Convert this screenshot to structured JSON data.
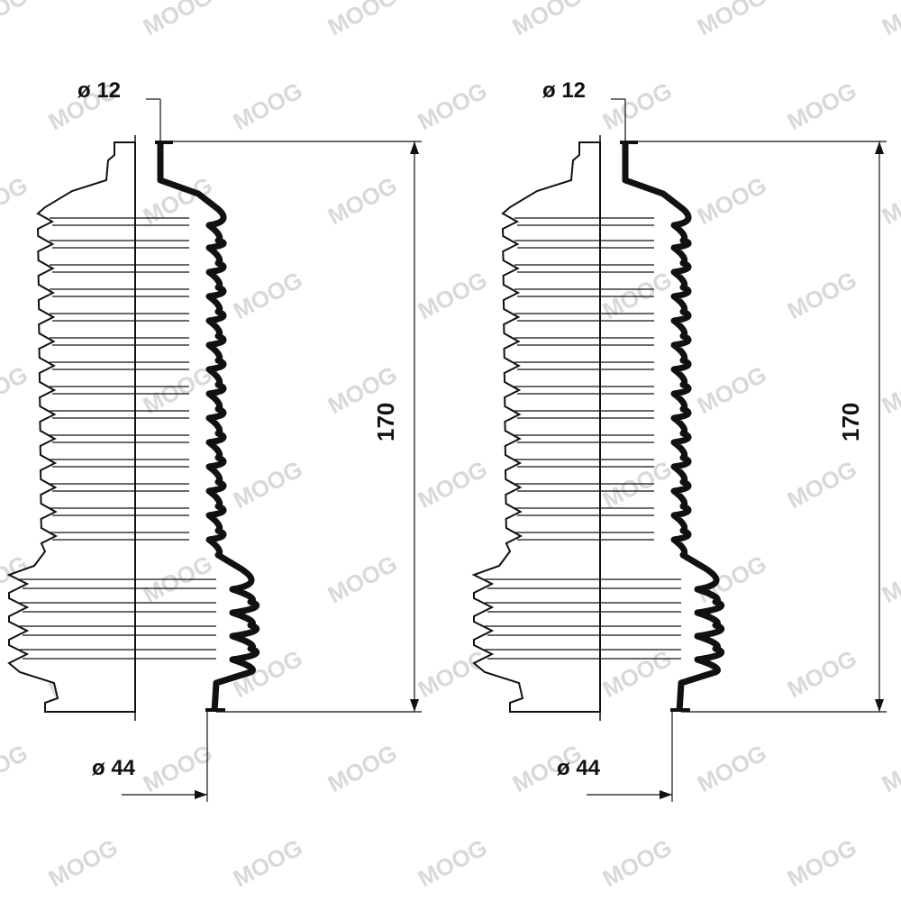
{
  "watermark": {
    "text": "MOOG",
    "color": "#d9d9d9"
  },
  "colors": {
    "line": "#111111",
    "fill": "#ffffff"
  },
  "boots": [
    {
      "top_diameter_label": "ø 12",
      "bottom_diameter_label": "ø 44",
      "length_label": "170"
    },
    {
      "top_diameter_label": "ø 12",
      "bottom_diameter_label": "ø 44",
      "length_label": "170"
    }
  ]
}
